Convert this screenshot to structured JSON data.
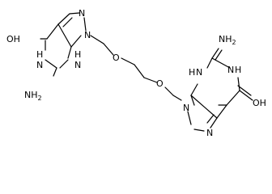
{
  "structure": {
    "atoms": {
      "n7_left": "N",
      "n9_left": "N",
      "oh_left": "OH",
      "nh_left_n1": "N",
      "nh_left_n3": "N",
      "h_left_n1": "H",
      "h_left_n3": "H",
      "nh2_left": "NH2",
      "o_ether_1": "O",
      "o_ether_2": "O",
      "nh2_right": "NH2",
      "n3_right": "N",
      "h_right_n3": "H",
      "n1_right": "N",
      "h_right_n1": "H",
      "n9_right": "N",
      "n7_right": "N",
      "oh_right": "OH"
    },
    "colors": {
      "bond": "#000000",
      "label": "#000000",
      "background": "#ffffff"
    }
  }
}
